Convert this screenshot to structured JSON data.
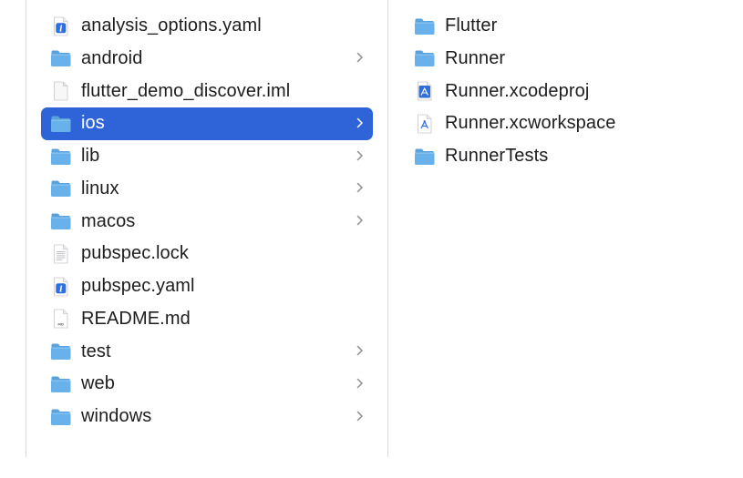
{
  "left_column": {
    "items": [
      {
        "name": "analysis_options.yaml",
        "kind": "yaml",
        "icon": "yaml-file-icon",
        "has_children": false,
        "selected": false
      },
      {
        "name": "android",
        "kind": "folder",
        "icon": "folder-icon",
        "has_children": true,
        "selected": false
      },
      {
        "name": "flutter_demo_discover.iml",
        "kind": "blank",
        "icon": "document-icon",
        "has_children": false,
        "selected": false
      },
      {
        "name": "ios",
        "kind": "folder",
        "icon": "folder-icon",
        "has_children": true,
        "selected": true
      },
      {
        "name": "lib",
        "kind": "folder",
        "icon": "folder-icon",
        "has_children": true,
        "selected": false
      },
      {
        "name": "linux",
        "kind": "folder",
        "icon": "folder-icon",
        "has_children": true,
        "selected": false
      },
      {
        "name": "macos",
        "kind": "folder",
        "icon": "folder-icon",
        "has_children": true,
        "selected": false
      },
      {
        "name": "pubspec.lock",
        "kind": "text",
        "icon": "text-file-icon",
        "has_children": false,
        "selected": false
      },
      {
        "name": "pubspec.yaml",
        "kind": "yaml",
        "icon": "yaml-file-icon",
        "has_children": false,
        "selected": false
      },
      {
        "name": "README.md",
        "kind": "md",
        "icon": "markdown-file-icon",
        "has_children": false,
        "selected": false
      },
      {
        "name": "test",
        "kind": "folder",
        "icon": "folder-icon",
        "has_children": true,
        "selected": false
      },
      {
        "name": "web",
        "kind": "folder",
        "icon": "folder-icon",
        "has_children": true,
        "selected": false
      },
      {
        "name": "windows",
        "kind": "folder",
        "icon": "folder-icon",
        "has_children": true,
        "selected": false
      }
    ]
  },
  "right_column": {
    "items": [
      {
        "name": "Flutter",
        "kind": "folder",
        "icon": "folder-icon",
        "has_children": false,
        "selected": false
      },
      {
        "name": "Runner",
        "kind": "folder",
        "icon": "folder-icon",
        "has_children": false,
        "selected": false
      },
      {
        "name": "Runner.xcodeproj",
        "kind": "xcodeproj",
        "icon": "xcodeproj-icon",
        "has_children": false,
        "selected": false
      },
      {
        "name": "Runner.xcworkspace",
        "kind": "xcworkspace",
        "icon": "xcworkspace-icon",
        "has_children": false,
        "selected": false
      },
      {
        "name": "RunnerTests",
        "kind": "folder",
        "icon": "folder-icon",
        "has_children": false,
        "selected": false
      }
    ]
  },
  "colors": {
    "selection": "#2f63d8",
    "folder": "#69b1ea",
    "folder_tab": "#5aa2dc",
    "chevron": "#8e8e93",
    "divider": "#d9d9d9"
  }
}
